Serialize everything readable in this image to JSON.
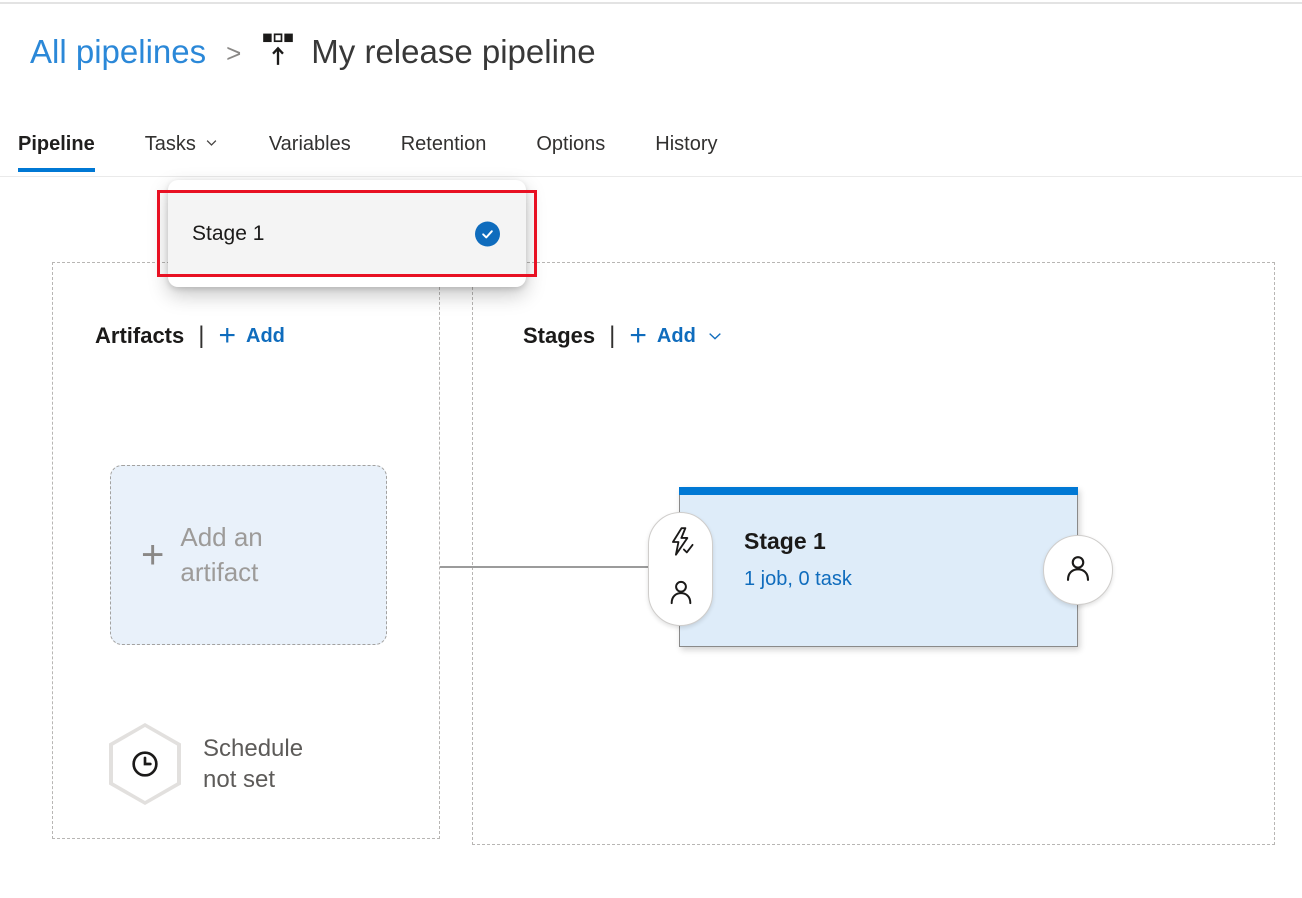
{
  "breadcrumb": {
    "parent_label": "All pipelines",
    "separator": ">",
    "title": "My release pipeline"
  },
  "tabs": [
    {
      "label": "Pipeline",
      "active": true
    },
    {
      "label": "Tasks",
      "has_dropdown": true
    },
    {
      "label": "Variables"
    },
    {
      "label": "Retention"
    },
    {
      "label": "Options"
    },
    {
      "label": "History"
    }
  ],
  "tasks_dropdown": {
    "menu_items": [
      {
        "label": "Stage 1",
        "selected": true
      }
    ]
  },
  "artifacts": {
    "heading": "Artifacts",
    "divider": "|",
    "plus": "+",
    "add_button": "Add",
    "placeholder": "Add an artifact",
    "schedule_status": "Schedule not set"
  },
  "stages": {
    "heading": "Stages",
    "divider": "|",
    "plus": "+",
    "add_button": "Add",
    "card": {
      "title": "Stage 1",
      "jobs_summary": "1 job, 0 task"
    }
  },
  "icons": {
    "release_pipeline": "release-pipeline-icon",
    "breadcrumb_chevron": "chevron-right-icon",
    "tasks_chevron": "chevron-down-icon",
    "add_chevron": "chevron-down-icon",
    "selected_check": "check-icon",
    "pre_deploy_conditions": "lightning-check-icon",
    "approvals": "person-icon",
    "schedule": "clock-icon"
  },
  "colors": {
    "accent_blue": "#0f6cbd",
    "stage_topbar_blue": "#0078d4",
    "breadcrumb_link_blue": "#2b88d8",
    "annotation_red": "#e81123",
    "stage_card_bg": "#deecf9",
    "artifact_box_bg": "#e9f1fa",
    "menu_item_bg": "#f4f4f4"
  }
}
